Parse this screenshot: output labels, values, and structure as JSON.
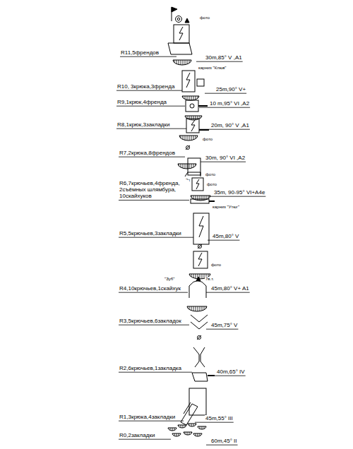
{
  "diagram": {
    "labels": [
      "фото",
      "R11,5френдов",
      "30m,85° V ,A1",
      "карниз \"Клюв\"",
      "R10, 3крюка,3френда",
      "25m,90° V+",
      "R9,1крюк,4френда",
      "10 m,95° VI ,A2",
      "R8,1крюк,3закладки",
      "20m, 90° V ,A1",
      "фото",
      "R7,2крюка,8френдов",
      "30m, 90° VI ,A2",
      "2х",
      "фото",
      "фото",
      "R6,7крючьев,4френда, 2съёмных шлямбура, 10скайхуков",
      "35m, 90-95° VI+A4e",
      "карниз \"Утюг\"",
      "R5,5крючьев,3закладки",
      "45m,80° V",
      "фото",
      "\"Зуб\"",
      "7в.т.",
      "R4,10крючьев,1скайхук",
      "45m,80° V+ A1",
      "R3,5крючьев,6закладок",
      "45m,75° V",
      "R2,6крючьев,1закладка",
      "40m,65° IV",
      "R1,3крюка,4закладки",
      "45m,55° III",
      "R0,2закладки",
      "60m,45° II"
    ]
  }
}
